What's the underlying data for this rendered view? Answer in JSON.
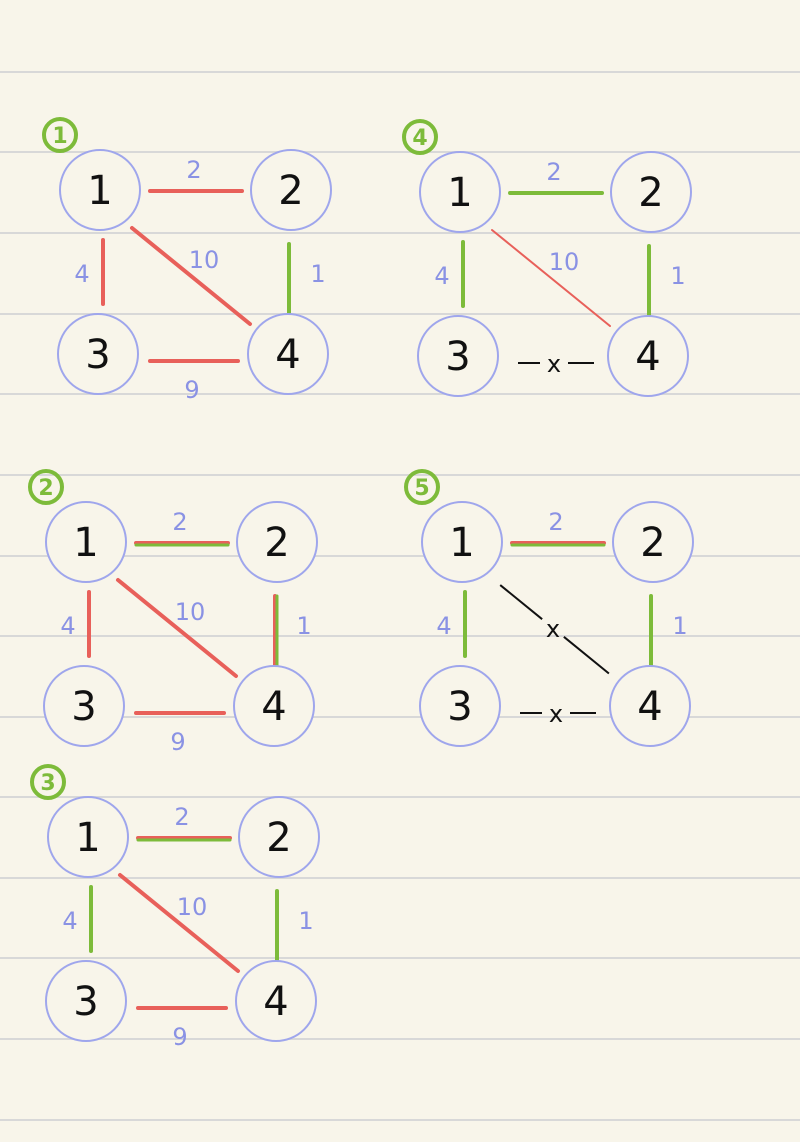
{
  "colors": {
    "paper": "#f8f5ea",
    "rule_line": "#d8d8d8",
    "node_stroke": "#9fa6ec",
    "weight_text": "#8a92e4",
    "red_edge": "#e8605a",
    "green_edge": "#7dbb3a",
    "removed_edge": "#111111",
    "step_badge": "#7dbb3a"
  },
  "panels": [
    {
      "step": "1",
      "nodes": [
        "1",
        "2",
        "3",
        "4"
      ],
      "edges": [
        {
          "from": "1",
          "to": "2",
          "weight": "2",
          "state": "red"
        },
        {
          "from": "1",
          "to": "3",
          "weight": "4",
          "state": "red"
        },
        {
          "from": "1",
          "to": "4",
          "weight": "10",
          "state": "red"
        },
        {
          "from": "2",
          "to": "4",
          "weight": "1",
          "state": "green"
        },
        {
          "from": "3",
          "to": "4",
          "weight": "9",
          "state": "red"
        }
      ]
    },
    {
      "step": "2",
      "nodes": [
        "1",
        "2",
        "3",
        "4"
      ],
      "edges": [
        {
          "from": "1",
          "to": "2",
          "weight": "2",
          "state": "red-green"
        },
        {
          "from": "1",
          "to": "3",
          "weight": "4",
          "state": "red"
        },
        {
          "from": "1",
          "to": "4",
          "weight": "10",
          "state": "red"
        },
        {
          "from": "2",
          "to": "4",
          "weight": "1",
          "state": "red-green"
        },
        {
          "from": "3",
          "to": "4",
          "weight": "9",
          "state": "red"
        }
      ]
    },
    {
      "step": "3",
      "nodes": [
        "1",
        "2",
        "3",
        "4"
      ],
      "edges": [
        {
          "from": "1",
          "to": "2",
          "weight": "2",
          "state": "red-green"
        },
        {
          "from": "1",
          "to": "3",
          "weight": "4",
          "state": "green"
        },
        {
          "from": "1",
          "to": "4",
          "weight": "10",
          "state": "red"
        },
        {
          "from": "2",
          "to": "4",
          "weight": "1",
          "state": "green"
        },
        {
          "from": "3",
          "to": "4",
          "weight": "9",
          "state": "red"
        }
      ]
    },
    {
      "step": "4",
      "nodes": [
        "1",
        "2",
        "3",
        "4"
      ],
      "edges": [
        {
          "from": "1",
          "to": "2",
          "weight": "2",
          "state": "green"
        },
        {
          "from": "1",
          "to": "3",
          "weight": "4",
          "state": "green"
        },
        {
          "from": "1",
          "to": "4",
          "weight": "10",
          "state": "red-thin"
        },
        {
          "from": "2",
          "to": "4",
          "weight": "1",
          "state": "green"
        },
        {
          "from": "3",
          "to": "4",
          "weight": "",
          "state": "removed",
          "mark": "x"
        }
      ]
    },
    {
      "step": "5",
      "nodes": [
        "1",
        "2",
        "3",
        "4"
      ],
      "edges": [
        {
          "from": "1",
          "to": "2",
          "weight": "2",
          "state": "red-green"
        },
        {
          "from": "1",
          "to": "3",
          "weight": "4",
          "state": "green"
        },
        {
          "from": "1",
          "to": "4",
          "weight": "",
          "state": "removed",
          "mark": "x"
        },
        {
          "from": "2",
          "to": "4",
          "weight": "1",
          "state": "green"
        },
        {
          "from": "3",
          "to": "4",
          "weight": "",
          "state": "removed",
          "mark": "x"
        }
      ]
    }
  ]
}
